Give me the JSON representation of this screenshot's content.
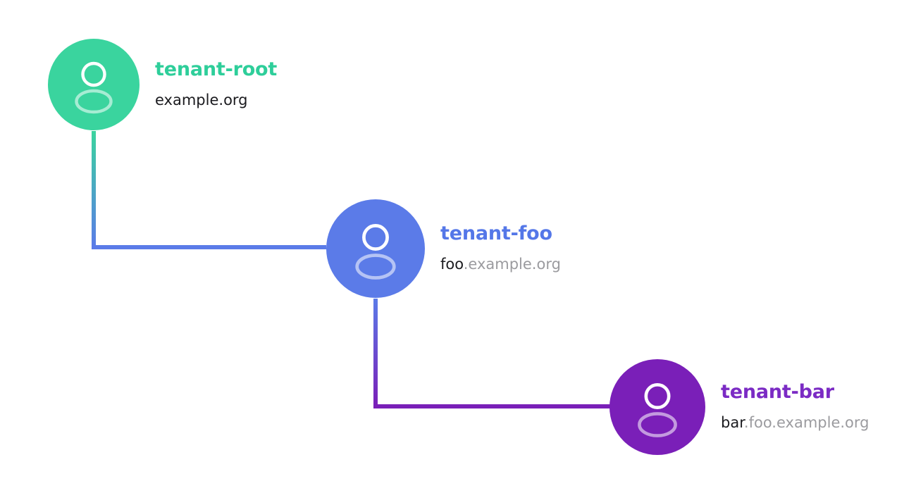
{
  "diagram": {
    "type": "tenant-hierarchy-tree",
    "background_color": "#ffffff",
    "nodes": [
      {
        "id": "tenant-root",
        "title": "tenant-root",
        "subtitle_full": "example.org",
        "subtitle_host": "example.org",
        "subtitle_domain": "",
        "color": "#3AD49E",
        "title_color": "#2ECE9A",
        "icon": "person-avatar-icon",
        "level": 0
      },
      {
        "id": "tenant-foo",
        "title": "tenant-foo",
        "subtitle_full": "foo.example.org",
        "subtitle_host": "foo",
        "subtitle_domain": ".example.org",
        "color": "#5B7BE8",
        "title_color": "#5477E8",
        "icon": "person-avatar-icon",
        "level": 1
      },
      {
        "id": "tenant-bar",
        "title": "tenant-bar",
        "subtitle_full": "bar.foo.example.org",
        "subtitle_host": "bar",
        "subtitle_domain": ".foo.example.org",
        "color": "#7A1FB8",
        "title_color": "#7B2BC4",
        "icon": "person-avatar-icon",
        "level": 2
      }
    ],
    "edges": [
      {
        "id": "edge-root-foo",
        "from": "tenant-root",
        "to": "tenant-foo",
        "from_color": "#3AD49E",
        "to_color": "#5B7BE8",
        "shape": "elbow-down-right"
      },
      {
        "id": "edge-foo-bar",
        "from": "tenant-foo",
        "to": "tenant-bar",
        "from_color": "#5B7BE8",
        "to_color": "#7A1FB8",
        "shape": "elbow-down-right"
      }
    ],
    "subtitle_colors": {
      "host": "#1b1b1f",
      "domain": "#9b9b9f"
    }
  }
}
